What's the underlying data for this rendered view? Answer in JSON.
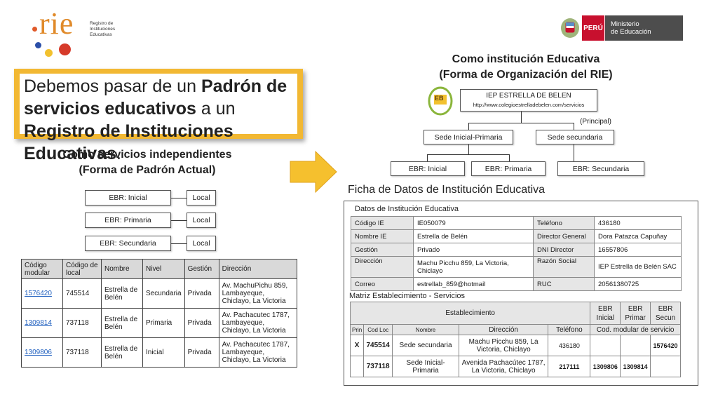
{
  "logo": {
    "word": "rie",
    "subtitle": [
      "Registro de",
      "Instituciones",
      "Educativas"
    ]
  },
  "ministry": {
    "country": "PERÚ",
    "name_line1": "Ministerio",
    "name_line2": "de Educación"
  },
  "callout": {
    "part1": "Debemos pasar de un ",
    "bold1": "Padrón de servicios educativos",
    "part2": " a un ",
    "bold2": "Registro de Instituciones Educativas",
    "part3": "."
  },
  "left": {
    "title_line1": "Como servicios independientes",
    "title_line2": "(Forma de Padrón Actual)",
    "services": [
      {
        "name": "EBR: Inicial",
        "local": "Local"
      },
      {
        "name": "EBR: Primaria",
        "local": "Local"
      },
      {
        "name": "EBR: Secundaria",
        "local": "Local"
      }
    ],
    "table": {
      "headers": [
        "Código modular",
        "Código de local",
        "Nombre",
        "Nivel",
        "Gestión",
        "Dirección"
      ],
      "rows": [
        {
          "codigo_modular": "1576420",
          "codigo_local": "745514",
          "nombre": "Estrella de Belén",
          "nivel": "Secundaria",
          "gestion": "Privada",
          "direccion": "Av. MachuPichu 859, Lambayeque, Chiclayo, La Victoria"
        },
        {
          "codigo_modular": "1309814",
          "codigo_local": "737118",
          "nombre": "Estrella de Belén",
          "nivel": "Primaria",
          "gestion": "Privada",
          "direccion": "Av. Pachacutec 1787, Lambayeque, Chiclayo, La Victoria"
        },
        {
          "codigo_modular": "1309806",
          "codigo_local": "737118",
          "nombre": "Estrella de Belén",
          "nivel": "Inicial",
          "gestion": "Privada",
          "direccion": "Av. Pachacutec 1787, Lambayeque, Chiclayo, La Victoria"
        }
      ]
    }
  },
  "right": {
    "title_line1": "Como institución Educativa",
    "title_line2": "(Forma de Organización del RIE)",
    "school_logo_text": "EB",
    "root_name": "IEP ESTRELLA DE BELEN",
    "root_url": "http://www.colegioestrelladebelen.com/servicios",
    "principal_label": "(Principal)",
    "sedes": [
      "Sede Inicial-Primaria",
      "Sede secundaria"
    ],
    "levels": [
      "EBR: Inicial",
      "EBR: Primaria",
      "EBR: Secundaria"
    ]
  },
  "ficha": {
    "title": "Ficha de Datos de Institución Educativa",
    "datos_label": "Datos de Institución Educativa",
    "datos": [
      {
        "k1": "Código IE",
        "v1": "IE050079",
        "k2": "Teléfono",
        "v2": "436180"
      },
      {
        "k1": "Nombre IE",
        "v1": "Estrella de Belén",
        "k2": "Director General",
        "v2": "Dora Patazca Capuñay"
      },
      {
        "k1": "Gestión",
        "v1": "Privado",
        "k2": "DNI Director",
        "v2": "16557806"
      },
      {
        "k1": "Dirección",
        "v1": "Machu Picchu 859, La Victoria, Chiclayo",
        "k2": "Razón Social",
        "v2": "IEP Estrella de Belén SAC"
      },
      {
        "k1": "Correo",
        "v1": "estrellab_859@hotmail",
        "k2": "RUC",
        "v2": "20561380725"
      }
    ],
    "matriz_label": "Matriz Establecimiento - Servicios",
    "matriz": {
      "establecimiento_header": "Establecimiento",
      "level_headers": [
        {
          "l1": "EBR",
          "l2": "Inicial"
        },
        {
          "l1": "EBR",
          "l2": "Primar"
        },
        {
          "l1": "EBR",
          "l2": "Secun"
        }
      ],
      "col_headers": [
        "Prin",
        "Cod Loc",
        "Nombre",
        "Dirección",
        "Teléfono",
        "Cod. modular de servicio"
      ],
      "rows": [
        {
          "prin": "X",
          "cod_loc": "745514",
          "nombre": "Sede secundaria",
          "direccion": "Machu Picchu 859, La Victoria, Chiclayo",
          "telefono": "436180",
          "inicial": "",
          "primaria": "",
          "secundaria": "1576420"
        },
        {
          "prin": "",
          "cod_loc": "737118",
          "nombre": "Sede Inicial-Primaria",
          "direccion": "Avenida Pachacútec 1787, La Victoria, Chiclayo",
          "telefono": "217111",
          "inicial": "1309806",
          "primaria": "1309814",
          "secundaria": ""
        }
      ]
    }
  },
  "colors": {
    "callout_border": "#f2b833",
    "arrow": "#f5c02e",
    "logo_orange": "#e08a2a",
    "ministry_red": "#c8102e",
    "ministry_gray": "#4d4d4d"
  }
}
